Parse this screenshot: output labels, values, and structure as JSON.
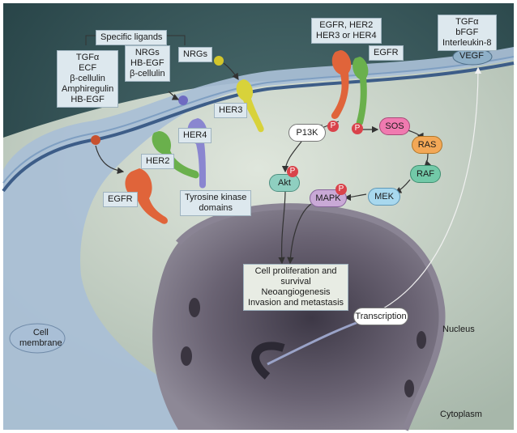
{
  "labels": {
    "specific_ligands": "Specific ligands",
    "ligands_egfr": [
      "TGFα",
      "ECF",
      "β-cellulin",
      "Amphiregulin",
      "HB-EGF"
    ],
    "ligands_her4": [
      "NRGs",
      "HB-EGF",
      "β-cellulin"
    ],
    "ligands_her3": "NRGs",
    "egfr_partners": [
      "EGFR, HER2",
      "HER3 or HER4"
    ],
    "egfr_top": "EGFR",
    "her3": "HER3",
    "her4": "HER4",
    "her2": "HER2",
    "egfr_bottom": "EGFR",
    "tyrosine_kinase": [
      "Tyrosine kinase",
      "domains"
    ],
    "cell_membrane": [
      "Cell",
      "membrane"
    ],
    "outcomes": [
      "Cell proliferation and",
      "survival",
      "Neoangiogenesis",
      "Invasion and metastasis"
    ],
    "transcription": "Transcription",
    "nucleus": "Nucleus",
    "cytoplasm": "Cytoplasm",
    "secreted_factors": [
      "TGFα",
      "bFGF",
      "Interleukin-8"
    ],
    "vegf": "VEGF",
    "phospho": "P"
  },
  "pathway": {
    "p13k": "P13K",
    "akt": "Akt",
    "sos": "SOS",
    "ras": "RAS",
    "raf": "RAF",
    "mek": "MEK",
    "mapk": "MAPK"
  },
  "colors": {
    "extracellular": "#2f4f52",
    "cell_membrane": "#a9bfd6",
    "cytoplasm": "#b9c7bb",
    "nucleus": "#5b5566",
    "p13k_node": "#ffffff",
    "akt_node": "#8fcfc0",
    "sos_node": "#f07ab0",
    "ras_node": "#f3a857",
    "raf_node": "#72c9a8",
    "mek_node": "#a8d8ee",
    "mapk_node": "#c9a9d6",
    "phospho": "#d9434b",
    "receptor_egfr": "#e0643a",
    "receptor_her2": "#6ab04c",
    "receptor_her3": "#d8d23a",
    "receptor_her4": "#8a86d0"
  }
}
